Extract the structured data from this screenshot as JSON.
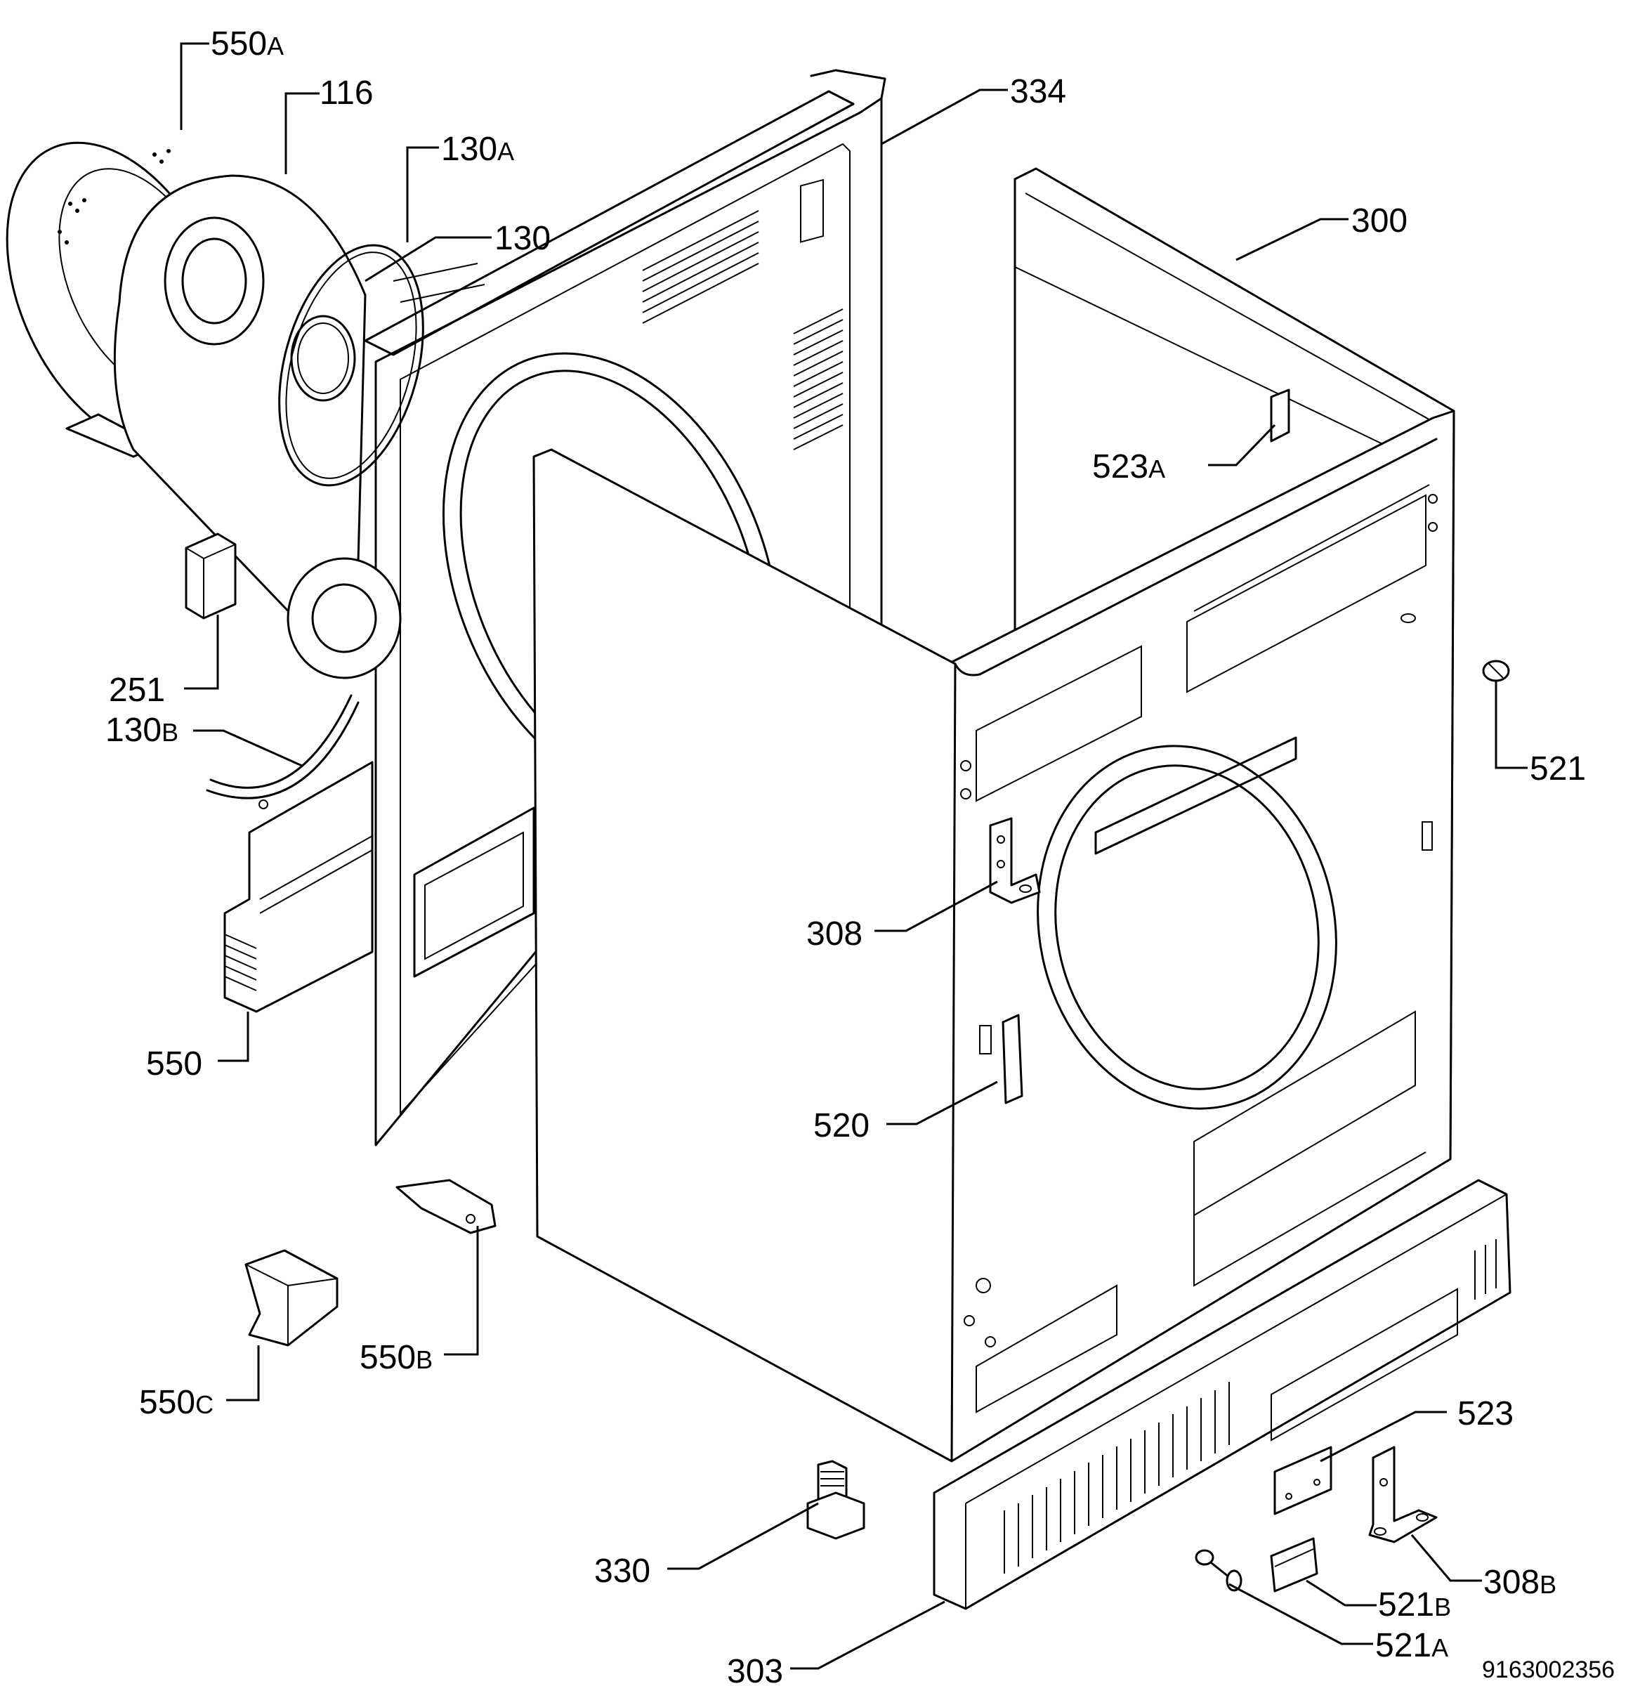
{
  "labels": [
    {
      "id": "550A",
      "num": "550",
      "suf": "A"
    },
    {
      "id": "116",
      "num": "116",
      "suf": ""
    },
    {
      "id": "130A",
      "num": "130",
      "suf": "A"
    },
    {
      "id": "130",
      "num": "130",
      "suf": ""
    },
    {
      "id": "334",
      "num": "334",
      "suf": ""
    },
    {
      "id": "300",
      "num": "300",
      "suf": ""
    },
    {
      "id": "523A",
      "num": "523",
      "suf": "A"
    },
    {
      "id": "251",
      "num": "251",
      "suf": ""
    },
    {
      "id": "130B",
      "num": "130",
      "suf": "B"
    },
    {
      "id": "521",
      "num": "521",
      "suf": ""
    },
    {
      "id": "308",
      "num": "308",
      "suf": ""
    },
    {
      "id": "550",
      "num": "550",
      "suf": ""
    },
    {
      "id": "520",
      "num": "520",
      "suf": ""
    },
    {
      "id": "550B",
      "num": "550",
      "suf": "B"
    },
    {
      "id": "550C",
      "num": "550",
      "suf": "C"
    },
    {
      "id": "523",
      "num": "523",
      "suf": ""
    },
    {
      "id": "330",
      "num": "330",
      "suf": ""
    },
    {
      "id": "308B",
      "num": "308",
      "suf": "B"
    },
    {
      "id": "521B",
      "num": "521",
      "suf": "B"
    },
    {
      "id": "521A",
      "num": "521",
      "suf": "A"
    },
    {
      "id": "303",
      "num": "303",
      "suf": ""
    }
  ],
  "document_number": "9163002356"
}
